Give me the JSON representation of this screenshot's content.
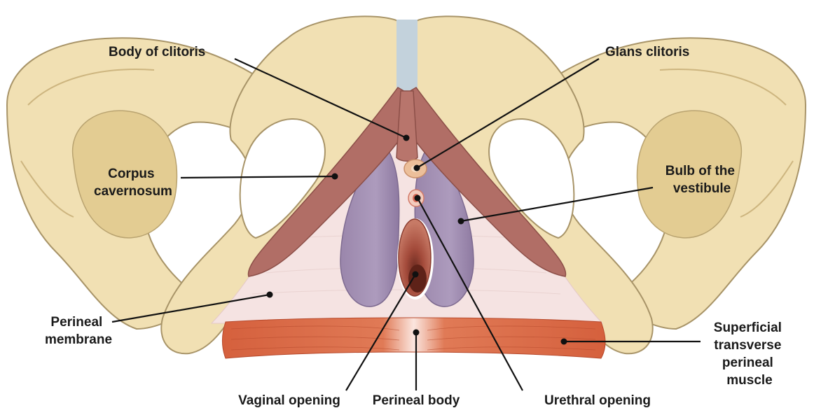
{
  "labels": {
    "body_of_clitoris": "Body of clitoris",
    "glans_clitoris": "Glans clitoris",
    "corpus_cavernosum": [
      "Corpus",
      "cavernosum"
    ],
    "bulb_of_vestibule": [
      "Bulb of the",
      "vestibule"
    ],
    "perineal_membrane": [
      "Perineal",
      "membrane"
    ],
    "superficial_transverse_perineal_muscle": [
      "Superficial",
      "transverse",
      "perineal",
      "muscle"
    ],
    "vaginal_opening": "Vaginal opening",
    "perineal_body": "Perineal body",
    "urethral_opening": "Urethral opening"
  },
  "colors": {
    "bone_fill": "#f1e0b3",
    "bone_shadow": "#e3cc92",
    "bone_outline": "#a89468",
    "symphysis": "#c3d2dc",
    "membrane": "#f5e3e2",
    "corpus_cavernosum": "#b16e66",
    "bulb": "#a08db0",
    "muscle": "#d5603d",
    "vaginal_opening": "#a9503f",
    "glans": "#ecbf9a",
    "leader_lines": "#111111"
  }
}
